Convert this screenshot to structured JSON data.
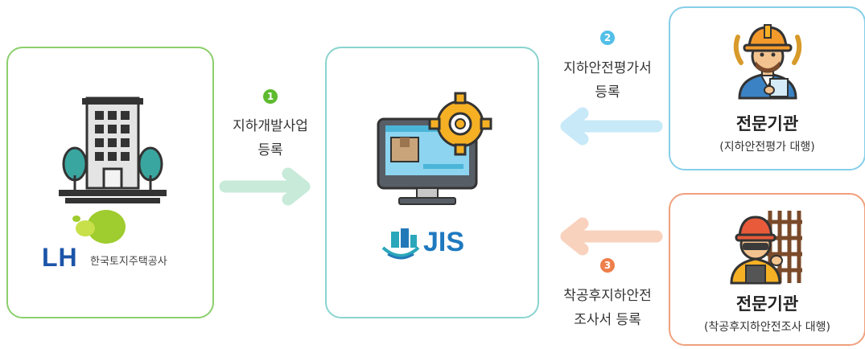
{
  "colors": {
    "step1": "#5eba2e",
    "step2": "#52bfe8",
    "step3": "#ef7f4a"
  },
  "lh": {
    "logo_text": "LH",
    "org_name": "한국토지주택공사"
  },
  "jis": {
    "logo_text": "JIS"
  },
  "step1": {
    "number": "1",
    "label_line1": "지하개발사업",
    "label_line2": "등록"
  },
  "step2": {
    "number": "2",
    "label_line1": "지하안전평가서",
    "label_line2": "등록"
  },
  "step3": {
    "number": "3",
    "label_line1": "착공후지하안전",
    "label_line2": "조사서 등록"
  },
  "expert1": {
    "title": "전문기관",
    "subtitle": "(지하안전평가 대행)"
  },
  "expert2": {
    "title": "전문기관",
    "subtitle": "(착공후지하안전조사 대행)"
  }
}
